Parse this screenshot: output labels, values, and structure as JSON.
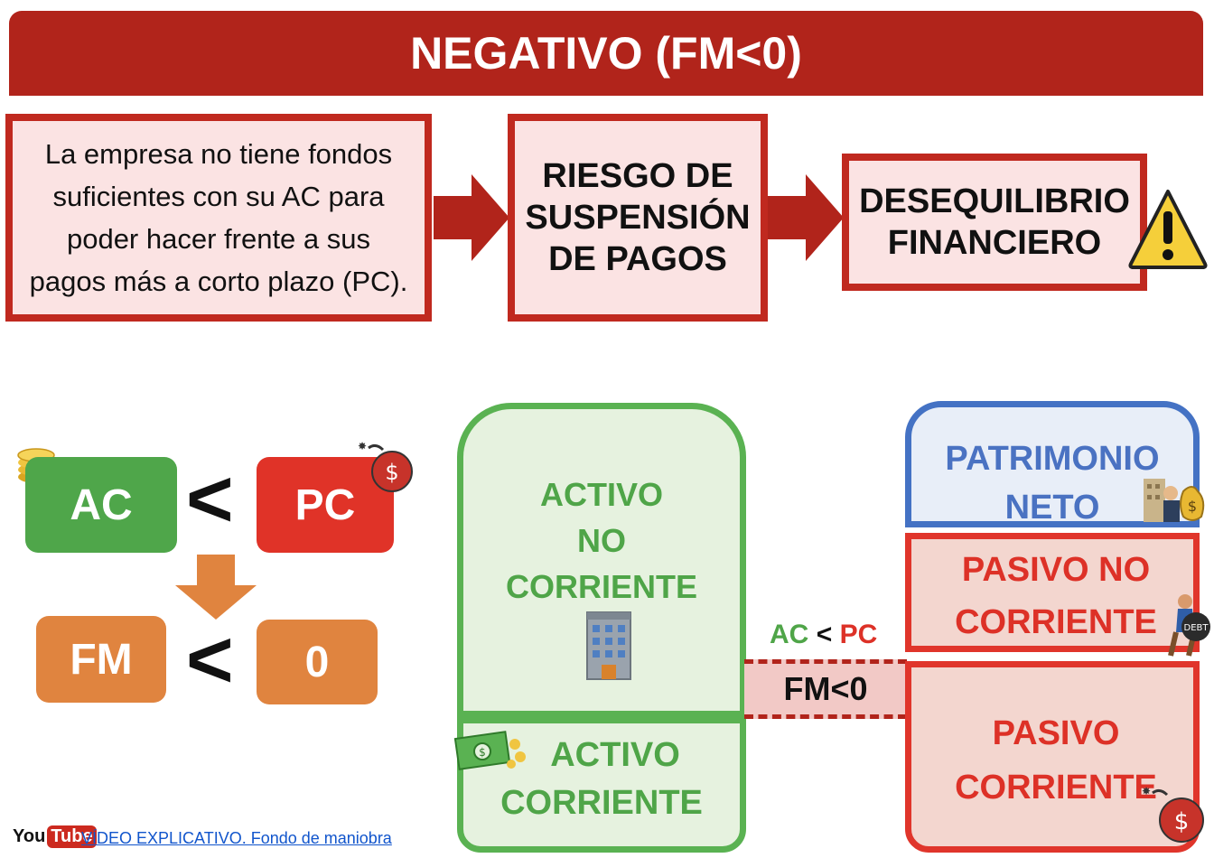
{
  "banner": {
    "title": "NEGATIVO (FM<0)"
  },
  "flow": {
    "description": "La empresa no tiene fondos suficientes con su AC para poder hacer frente a sus pagos más a corto plazo (PC).",
    "risk_lines": [
      "RIESGO DE",
      "SUSPENSIÓN",
      "DE PAGOS"
    ],
    "result_lines": [
      "DESEQUILIBRIO",
      "FINANCIERO"
    ],
    "warning_icon": "warning-icon"
  },
  "inequality": {
    "ac": "AC",
    "lt1": "<",
    "pc": "PC",
    "fm": "FM",
    "lt2": "<",
    "zero": "0",
    "colors": {
      "ac": "#4fa64a",
      "pc": "#e03328",
      "fm": "#e0843f",
      "arrow": "#e0843f"
    }
  },
  "balance": {
    "anc_lines": [
      "ACTIVO",
      "NO",
      "CORRIENTE"
    ],
    "ac_lines": [
      "ACTIVO",
      "CORRIENTE"
    ],
    "pn_lines": [
      "PATRIMONIO",
      "NETO"
    ],
    "pnc_lines": [
      "PASIVO NO",
      "CORRIENTE"
    ],
    "pcor_lines": [
      "PASIVO",
      "CORRIENTE"
    ],
    "comparison": {
      "ac": "AC",
      "op": "<",
      "pc": "PC"
    },
    "fm_label": "FM<0"
  },
  "footer": {
    "logo_you": "You",
    "logo_tube": "Tube",
    "link_text": "VÍDEO EXPLICATIVO. Fondo de maniobra"
  }
}
